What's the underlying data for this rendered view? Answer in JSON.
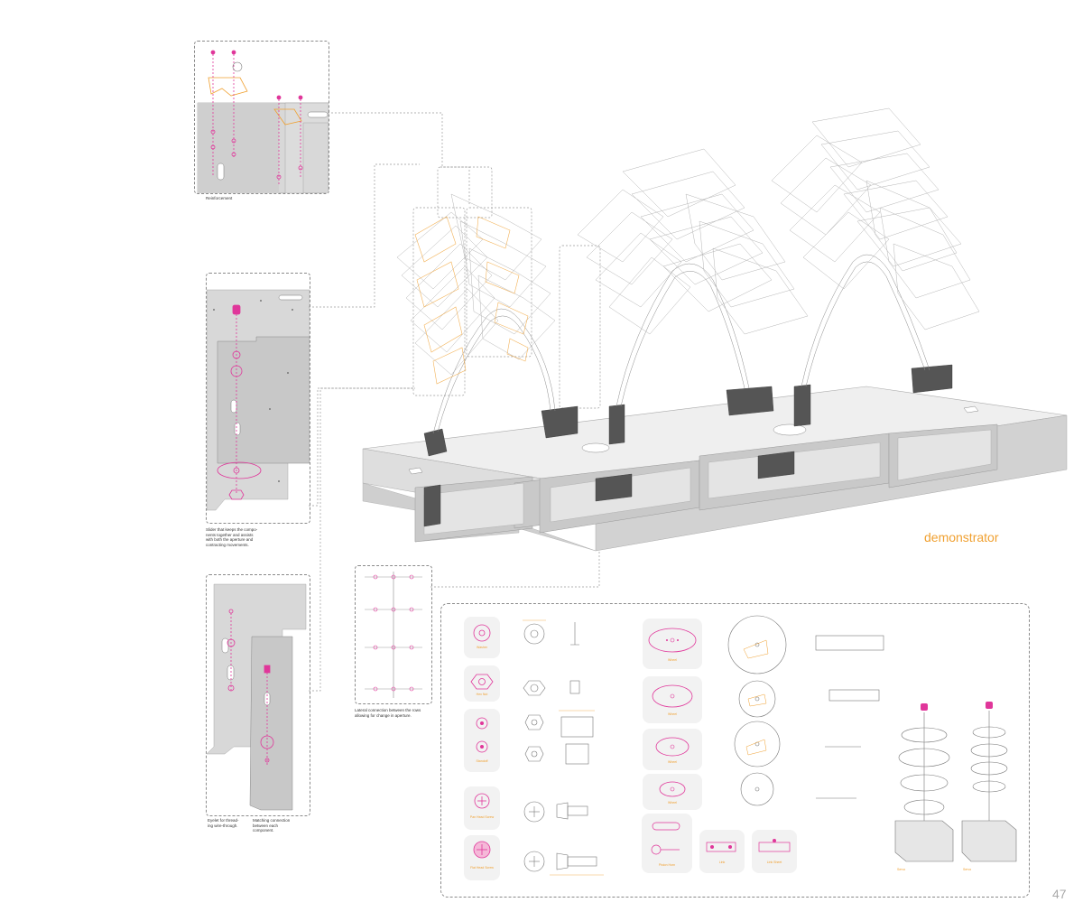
{
  "page_number": "47",
  "main_title": "demonstrator",
  "captions": {
    "reinforcement": "Reinforcement",
    "slider": "Slider that keeps the compo-\nnents together and assists\nwith both the aperture and\ncontracting movements.",
    "eyelet": "Eyelet for thread-\ning wire-through.",
    "matching": "Matching connection\nbetween each\ncomponent.",
    "lateral": "Lateral connection between the rows\nallowing for change in aperture."
  },
  "legend_left": [
    {
      "label": "Washer"
    },
    {
      "label": "Hex Nut"
    },
    {
      "label": "Standoff"
    },
    {
      "label": "Pan Head Screw"
    },
    {
      "label": "Flat Head Screw"
    }
  ],
  "legend_mid": [
    {
      "label": "Wheel"
    },
    {
      "label": "Wheel"
    },
    {
      "label": "Wheel"
    },
    {
      "label": "Wheel"
    }
  ],
  "legend_bottom": [
    {
      "label": "Piston Horn"
    },
    {
      "label": "Link"
    },
    {
      "label": "Link Sheet"
    }
  ],
  "servo_labels": [
    "Servo",
    "Servo"
  ],
  "colors": {
    "accent": "#f0a030",
    "magenta": "#e0369a",
    "panel_fill": "#d8d8d8",
    "dark_part": "#555555",
    "line": "#9a9a9a"
  }
}
